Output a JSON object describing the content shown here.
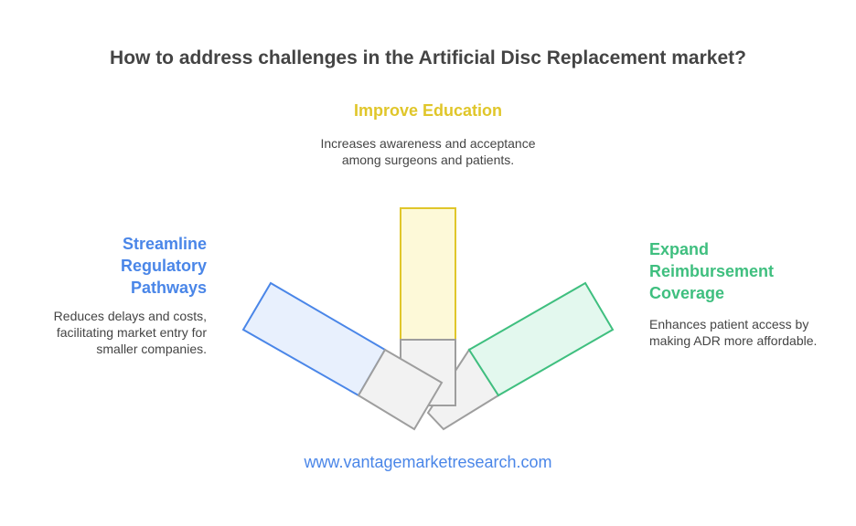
{
  "title": "How to address challenges in the Artificial Disc Replacement market?",
  "options": {
    "top": {
      "heading": "Improve Education",
      "description": "Increases awareness and acceptance among surgeons and patients.",
      "color": "#e0c62a",
      "fill": "#fdf9d8"
    },
    "left": {
      "heading": "Streamline Regulatory Pathways",
      "description": "Reduces delays and costs, facilitating market entry for smaller companies.",
      "color": "#4a86e8",
      "fill": "#e8f0fd"
    },
    "right": {
      "heading": "Expand Reimbursement Coverage",
      "description": "Enhances patient access by making ADR more affordable.",
      "color": "#3fbf7f",
      "fill": "#e3f8ee"
    }
  },
  "base_color": "#9e9e9e",
  "base_fill": "#f2f2f2",
  "footer": "www.vantagemarketresearch.com"
}
